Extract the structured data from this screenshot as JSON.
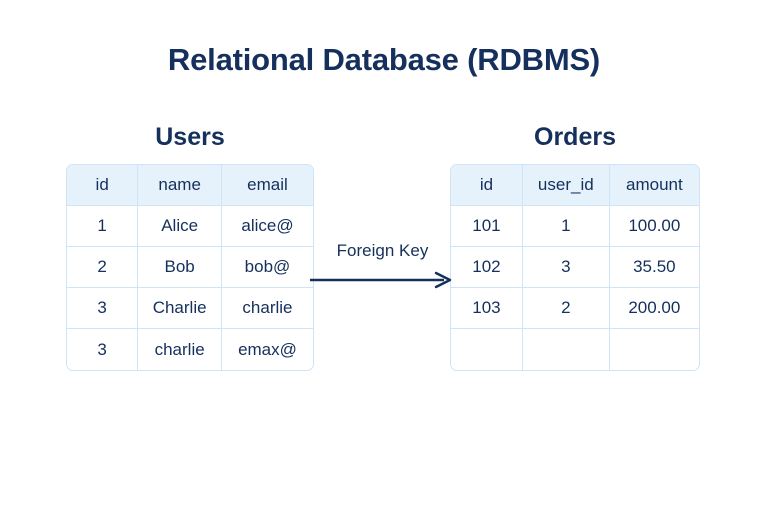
{
  "page": {
    "title": "Relational Database (RDBMS)",
    "background_color": "#ffffff",
    "text_color": "#15305c",
    "border_color": "#cfe4f6",
    "header_fill_color": "#e6f2fb"
  },
  "users_table": {
    "heading": "Users",
    "columns": [
      "id",
      "name",
      "email"
    ],
    "rows": [
      [
        "1",
        "Alice",
        "alice@"
      ],
      [
        "2",
        "Bob",
        "bob@"
      ],
      [
        "3",
        "Charlie",
        "charlie"
      ],
      [
        "3",
        "charlie",
        "emax@"
      ]
    ]
  },
  "orders_table": {
    "heading": "Orders",
    "columns": [
      "id",
      "user_id",
      "amount"
    ],
    "rows": [
      [
        "101",
        "1",
        "100.00"
      ],
      [
        "102",
        "3",
        "35.50"
      ],
      [
        "103",
        "2",
        "200.00"
      ],
      [
        "",
        "",
        ""
      ]
    ]
  },
  "relationship": {
    "label": "Foreign Key",
    "icon": "arrow-right-icon",
    "from": "Users",
    "to": "Orders"
  }
}
